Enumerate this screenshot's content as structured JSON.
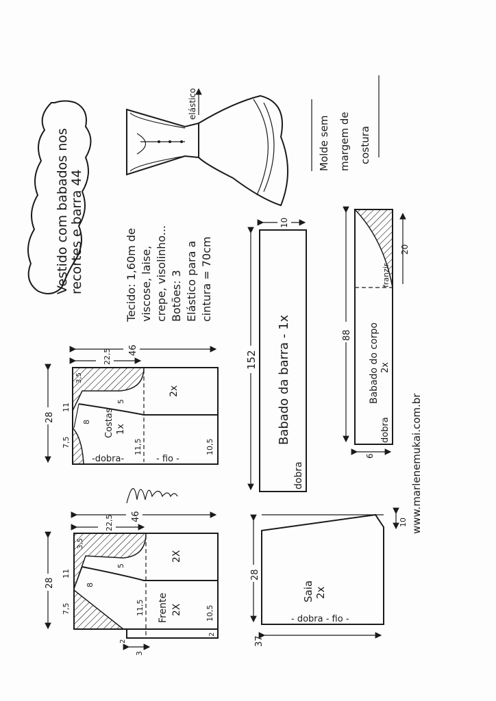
{
  "title": {
    "line1": "Vestido com babados nos",
    "line2": "recortes e barra 44"
  },
  "sketch": {
    "label": "elástico"
  },
  "materials": {
    "lines": [
      "Tecido: 1,60m de",
      "viscose, laise,",
      "crepe, visolinho...",
      "Botões: 3",
      "Elástico para a",
      "cintura = 70cm"
    ]
  },
  "note": {
    "lines": [
      "Molde sem",
      "margem de",
      "costura"
    ]
  },
  "babado_barra": {
    "label": "Babado da barra - 1x",
    "length": "152",
    "width": "10",
    "fold": "dobra"
  },
  "babado_corpo": {
    "label": "Babado do corpo",
    "qty": "2x",
    "length": "88",
    "part": "20",
    "width": "6",
    "fold": "dobra",
    "gather": "franzir"
  },
  "website": "www.marlenemukai.com.br",
  "costas": {
    "label": "Costas",
    "qty": "1x",
    "qty2": "2x",
    "width": "46",
    "shoulder": "22,5",
    "height": "28",
    "m35": "3,5",
    "m11": "11",
    "m75": "7,5",
    "m8": "8",
    "m5": "5",
    "m115": "11,5",
    "m105": "10,5",
    "fold": "-dobra-",
    "grain": "- fio -"
  },
  "frente": {
    "label": "Frente",
    "qty": "2X",
    "qty2": "2X",
    "width": "46",
    "shoulder": "22,5",
    "height": "28",
    "m35": "3,5",
    "m11": "11",
    "m75": "7,5",
    "m8": "8",
    "m5": "5",
    "m115": "11,5",
    "m105": "10,5",
    "m2a": "2",
    "m2b": "2",
    "m3": "3"
  },
  "saia": {
    "label": "Saia",
    "qty": "2x",
    "height": "28",
    "width": "37",
    "rise": "10",
    "fold": "- dobra - fio -"
  },
  "signature": "Marlene Mukai"
}
